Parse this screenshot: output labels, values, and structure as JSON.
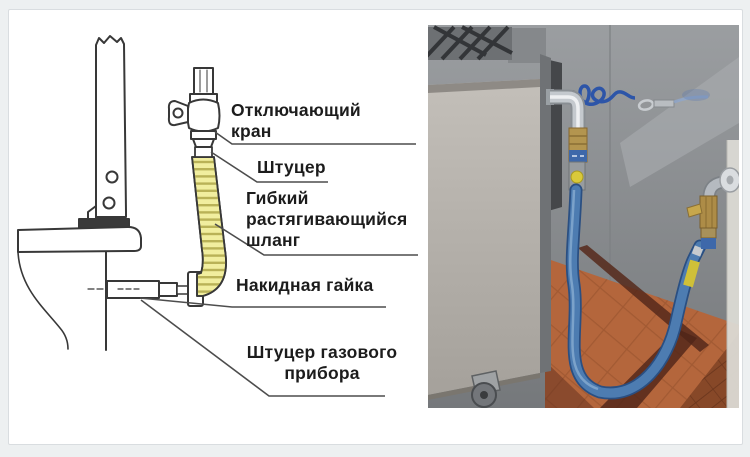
{
  "diagram": {
    "labels": {
      "shutoff_valve": "Отключающий кран",
      "fitting": "Штуцер",
      "flexible_hose": "Гибкий растягивающийся шланг",
      "union_nut": "Накидная гайка",
      "appliance_fitting": "Штуцер газового прибора"
    },
    "colors": {
      "hose_yellow": "#f1ee9f",
      "line": "#383838",
      "label_text": "#1c1c1c"
    }
  },
  "photo": {
    "colors": {
      "hose_blue": "#4d7cb1",
      "wall_gray": "#8f9397",
      "floor_tile": "#b4663c",
      "brass": "#b3954f",
      "restraint_cable_blue": "#2d55a8",
      "marker_band_yellow": "#cfc038"
    }
  }
}
